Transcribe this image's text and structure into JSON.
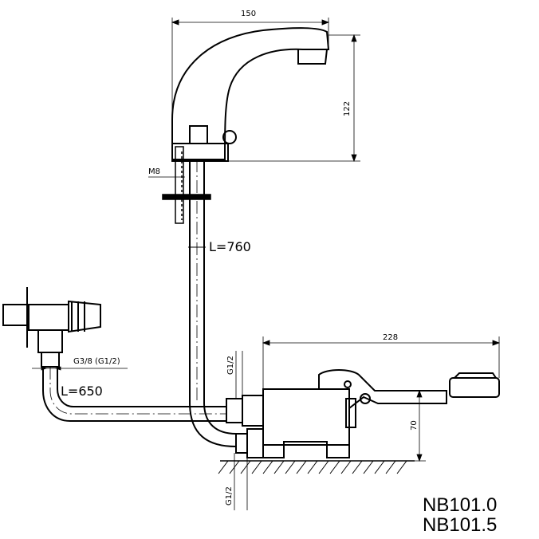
{
  "dimensions": {
    "spout_width": "150",
    "spout_height": "122",
    "thread_m8": "M8",
    "valve_width": "228",
    "valve_height": "70",
    "thread_g38": "G3/8 (G1/2)",
    "thread_g12_top": "G1/2",
    "thread_g12_bottom": "G1/2"
  },
  "hose_lengths": {
    "upper": "L=760",
    "lower": "L=650"
  },
  "models": [
    "NB101.0",
    "NB101.5"
  ]
}
